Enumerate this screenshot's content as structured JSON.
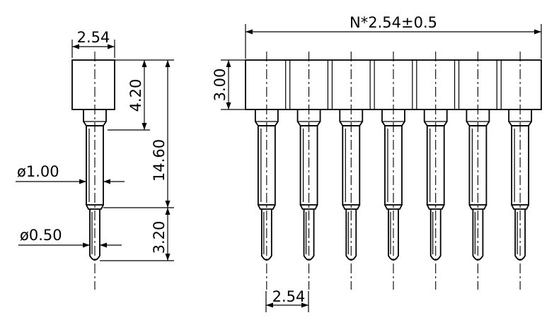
{
  "side_view": {
    "pitch_label": "2.54",
    "housing_height_label": "4.20",
    "pin_length_label": "14.60",
    "tail_length_label": "3.20",
    "pin_diameter_label": "ø1.00",
    "tip_diameter_label": "ø0.50"
  },
  "front_view": {
    "overall_width_label": "N*2.54±0.5",
    "housing_height_label": "3.00",
    "pitch_label": "2.54",
    "pin_count_shown": 7
  }
}
